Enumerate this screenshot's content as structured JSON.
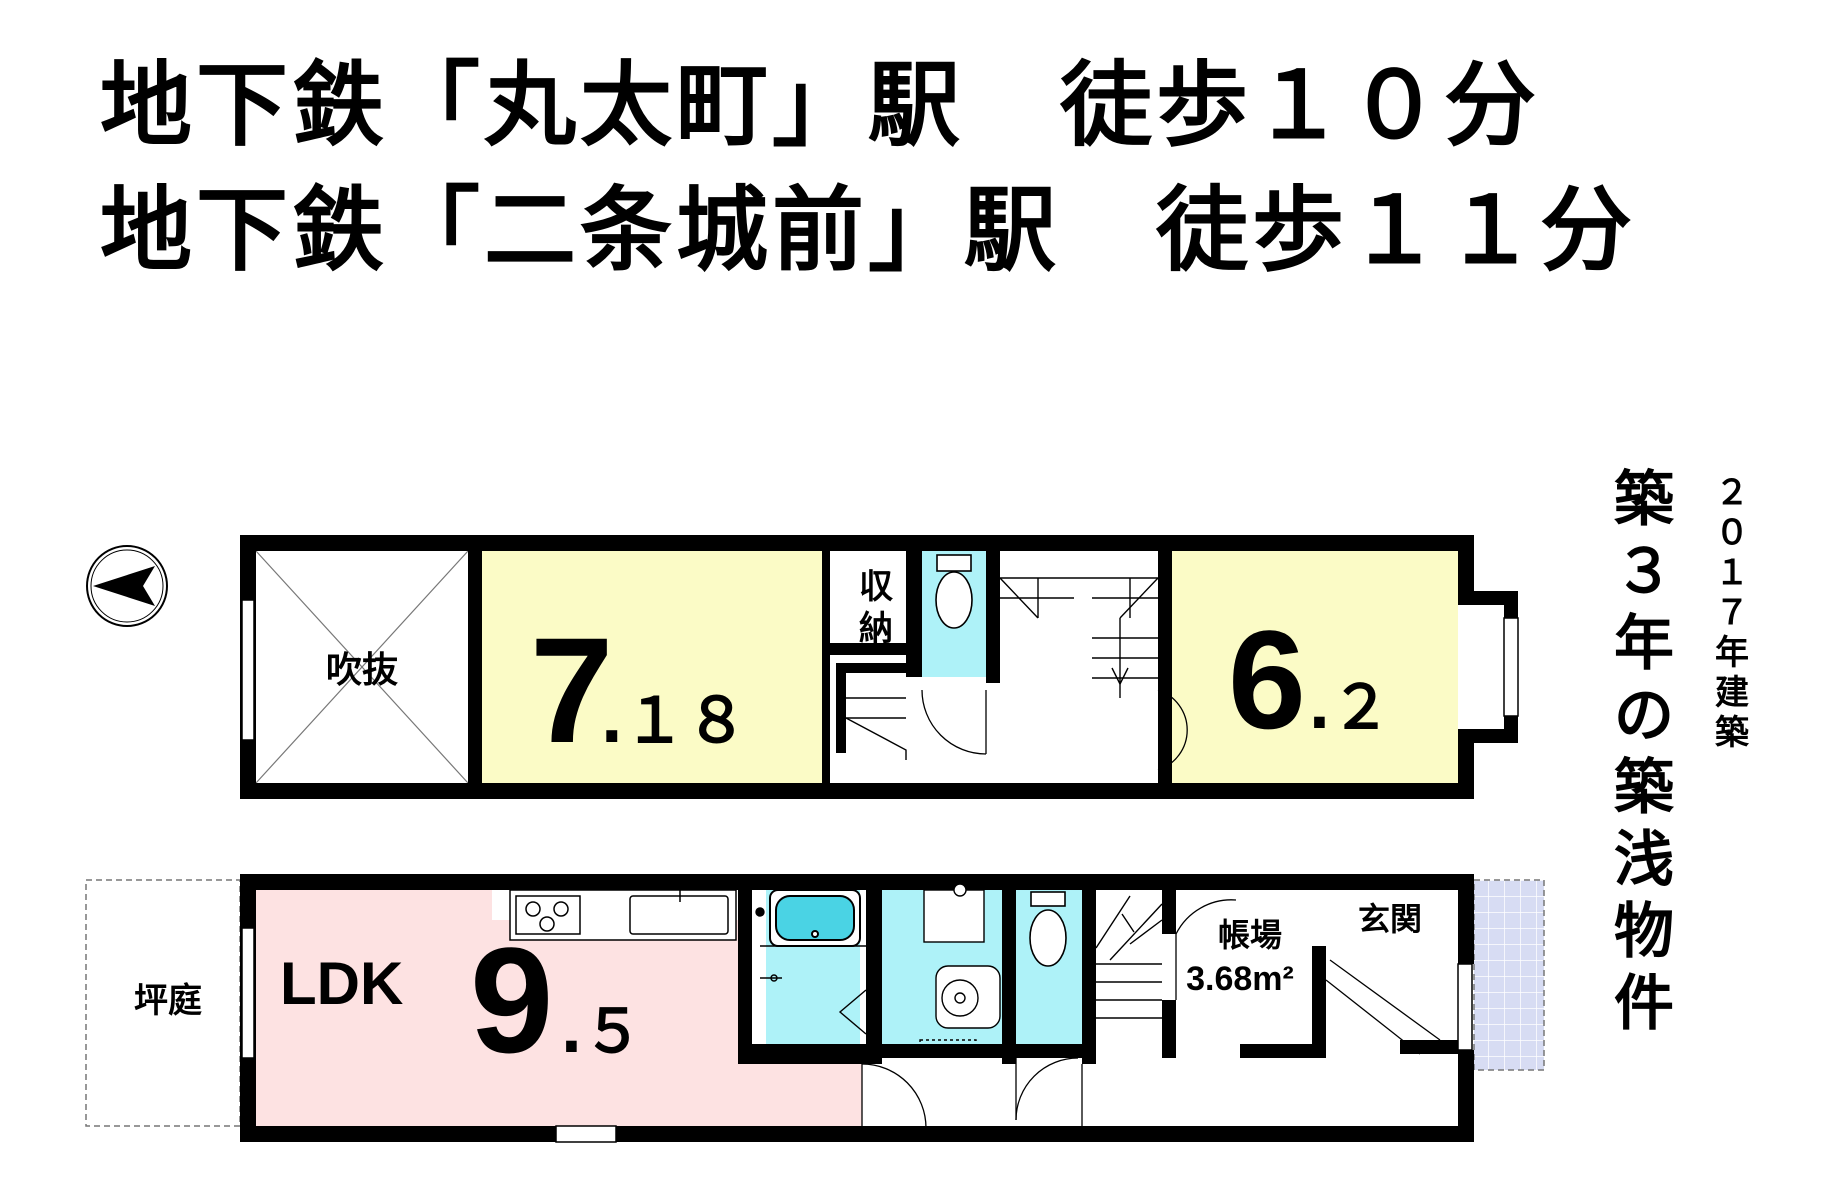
{
  "header": {
    "line1": "地下鉄「丸太町」駅　徒歩１０分",
    "line2": "地下鉄「二条城前」駅　徒歩１１分"
  },
  "side": {
    "big_text": "築３年の築浅物件",
    "small_text": "２０１７年建築"
  },
  "upper_floor": {
    "void_label": "吹抜",
    "room1_int": "7",
    "room1_dec": ".１８",
    "storage_label": "収納",
    "room2_int": "6",
    "room2_dec": ".２"
  },
  "lower_floor": {
    "garden_label": "坪庭",
    "ldk_label": "LDK",
    "ldk_int": "9",
    "ldk_dec": ".５",
    "office_label": "帳場",
    "office_area": "3.68m²",
    "entrance_label": "玄関"
  },
  "colors": {
    "ldk": "#fde2e2",
    "room": "#fbfbc6",
    "wet": "#aef2f8",
    "wall": "#000000",
    "tile": "#d7dcf3"
  }
}
